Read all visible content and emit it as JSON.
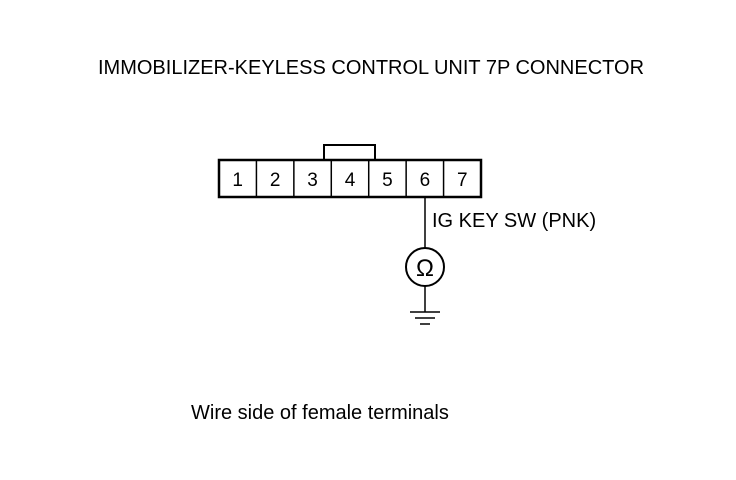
{
  "title": "IMMOBILIZER-KEYLESS CONTROL UNIT 7P CONNECTOR",
  "connector": {
    "terminals": [
      "1",
      "2",
      "3",
      "4",
      "5",
      "6",
      "7"
    ]
  },
  "probe": {
    "terminal": "6",
    "wire_label": "IG KEY SW (PNK)",
    "meter_symbol": "Ω"
  },
  "footer": "Wire side of female terminals"
}
